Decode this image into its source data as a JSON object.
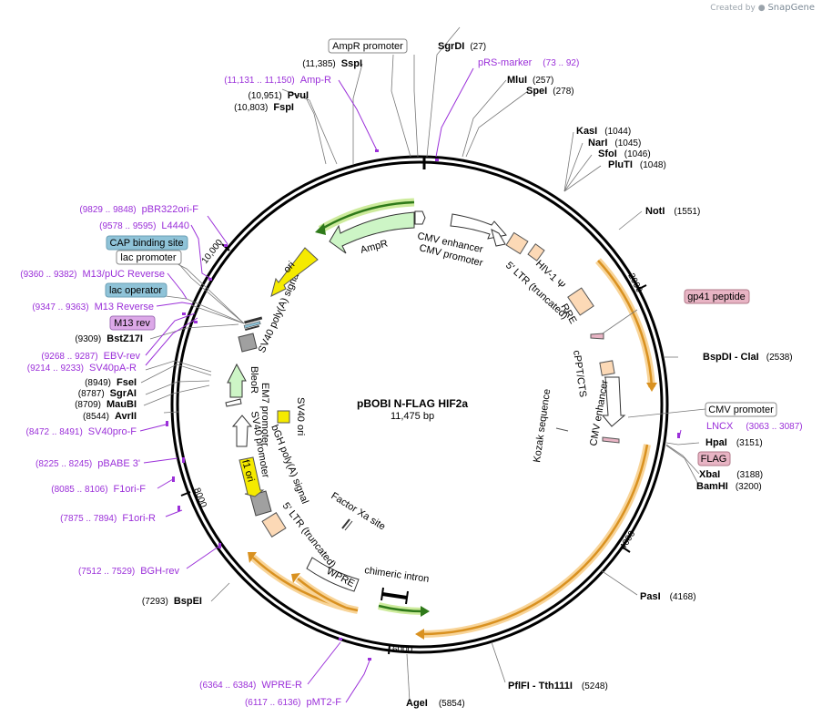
{
  "brand": {
    "prefix": "Created by",
    "name": "SnapGene"
  },
  "plasmid": {
    "name": "pBOBI N-FLAG HIF2a",
    "size_label": "11,475 bp",
    "length": 11475
  },
  "colors": {
    "primer": "#9b30d9",
    "orange": "#f2a33a",
    "green": "#7ccd4a",
    "yellow": "#f5ea00",
    "peach": "#fcd9b6",
    "cap": "#8fc3d8",
    "m13": "#dca8e8",
    "gp41": "#e8b4c4"
  },
  "ticks": [
    "2000",
    "4000",
    "6000",
    "8000",
    "10,000"
  ],
  "sites": [
    {
      "name": "SgrDI",
      "pos": "(27)"
    },
    {
      "name": "MluI",
      "pos": "(257)"
    },
    {
      "name": "SpeI",
      "pos": "(278)"
    },
    {
      "name": "KasI",
      "pos": "(1044)"
    },
    {
      "name": "NarI",
      "pos": "(1045)"
    },
    {
      "name": "SfoI",
      "pos": "(1046)"
    },
    {
      "name": "PluTI",
      "pos": "(1048)"
    },
    {
      "name": "NotI",
      "pos": "(1551)"
    },
    {
      "name": "BspDI - ClaI",
      "pos": "(2538)"
    },
    {
      "name": "HpaI",
      "pos": "(3151)"
    },
    {
      "name": "XbaI",
      "pos": "(3188)"
    },
    {
      "name": "BamHI",
      "pos": "(3200)"
    },
    {
      "name": "PasI",
      "pos": "(4168)"
    },
    {
      "name": "PflFI - Tth111I",
      "pos": "(5248)"
    },
    {
      "name": "AgeI",
      "pos": "(5854)"
    },
    {
      "name": "BspEI",
      "pos": "(7293)"
    },
    {
      "name": "AvrII",
      "pos": "(8544)"
    },
    {
      "name": "MauBI",
      "pos": "(8709)"
    },
    {
      "name": "SgrAI",
      "pos": "(8787)"
    },
    {
      "name": "FseI",
      "pos": "(8949)"
    },
    {
      "name": "BstZ17I",
      "pos": "(9309)"
    },
    {
      "name": "PvuI",
      "pos": "(10,951)"
    },
    {
      "name": "FspI",
      "pos": "(10,803)"
    },
    {
      "name": "SspI",
      "pos": "(11,385)"
    }
  ],
  "primers": [
    {
      "name": "pRS-marker",
      "pos": "(73 .. 92)"
    },
    {
      "name": "Amp-R",
      "pos": "(11,131 .. 11,150)"
    },
    {
      "name": "pBR322ori-F",
      "pos": "(9829 .. 9848)"
    },
    {
      "name": "L4440",
      "pos": "(9578 .. 9595)"
    },
    {
      "name": "M13/pUC Reverse",
      "pos": "(9360 .. 9382)"
    },
    {
      "name": "M13 Reverse",
      "pos": "(9347 .. 9363)"
    },
    {
      "name": "EBV-rev",
      "pos": "(9268 .. 9287)"
    },
    {
      "name": "SV40pA-R",
      "pos": "(9214 .. 9233)"
    },
    {
      "name": "SV40pro-F",
      "pos": "(8472 .. 8491)"
    },
    {
      "name": "pBABE 3'",
      "pos": "(8225 .. 8245)"
    },
    {
      "name": "F1ori-F",
      "pos": "(8085 .. 8106)"
    },
    {
      "name": "F1ori-R",
      "pos": "(7875 .. 7894)"
    },
    {
      "name": "BGH-rev",
      "pos": "(7512 .. 7529)"
    },
    {
      "name": "WPRE-R",
      "pos": "(6364 .. 6384)"
    },
    {
      "name": "pMT2-F",
      "pos": "(6117 .. 6136)"
    },
    {
      "name": "LNCX",
      "pos": "(3063 .. 3087)"
    }
  ],
  "boxes": {
    "ampr_promoter": "AmpR promoter",
    "cap_binding_site": "CAP binding site",
    "lac_promoter": "lac promoter",
    "lac_operator": "lac operator",
    "m13_rev": "M13 rev",
    "gp41_peptide": "gp41 peptide",
    "cmv_promoter": "CMV promoter",
    "flag": "FLAG"
  },
  "features": {
    "ampr": "AmpR",
    "cmv_enhancer": "CMV enhancer",
    "cmv_promoter": "CMV promoter",
    "hiv_psi": "HIV-1 Ψ",
    "ltr_5_top": "5' LTR (truncated)",
    "rre": "RRE",
    "cppt": "cPPT/CTS",
    "cmv_enhancer_2": "CMV enhancer",
    "kozak": "Kozak sequence",
    "factor_xa": "Factor Xa site",
    "chimeric_intron": "chimeric intron",
    "wpre": "WPRE",
    "ltr_5_bottom": "5' LTR (truncated)",
    "bgh": "bGH poly(A) signal",
    "sv40_promoter": "SV40 promoter",
    "em7": "EM7 promoter",
    "bleor": "BleoR",
    "f1ori": "f1 ori",
    "sv40_ori": "SV40 ori",
    "sv40_polya": "SV40 poly(A) signal",
    "ori": "ori"
  }
}
